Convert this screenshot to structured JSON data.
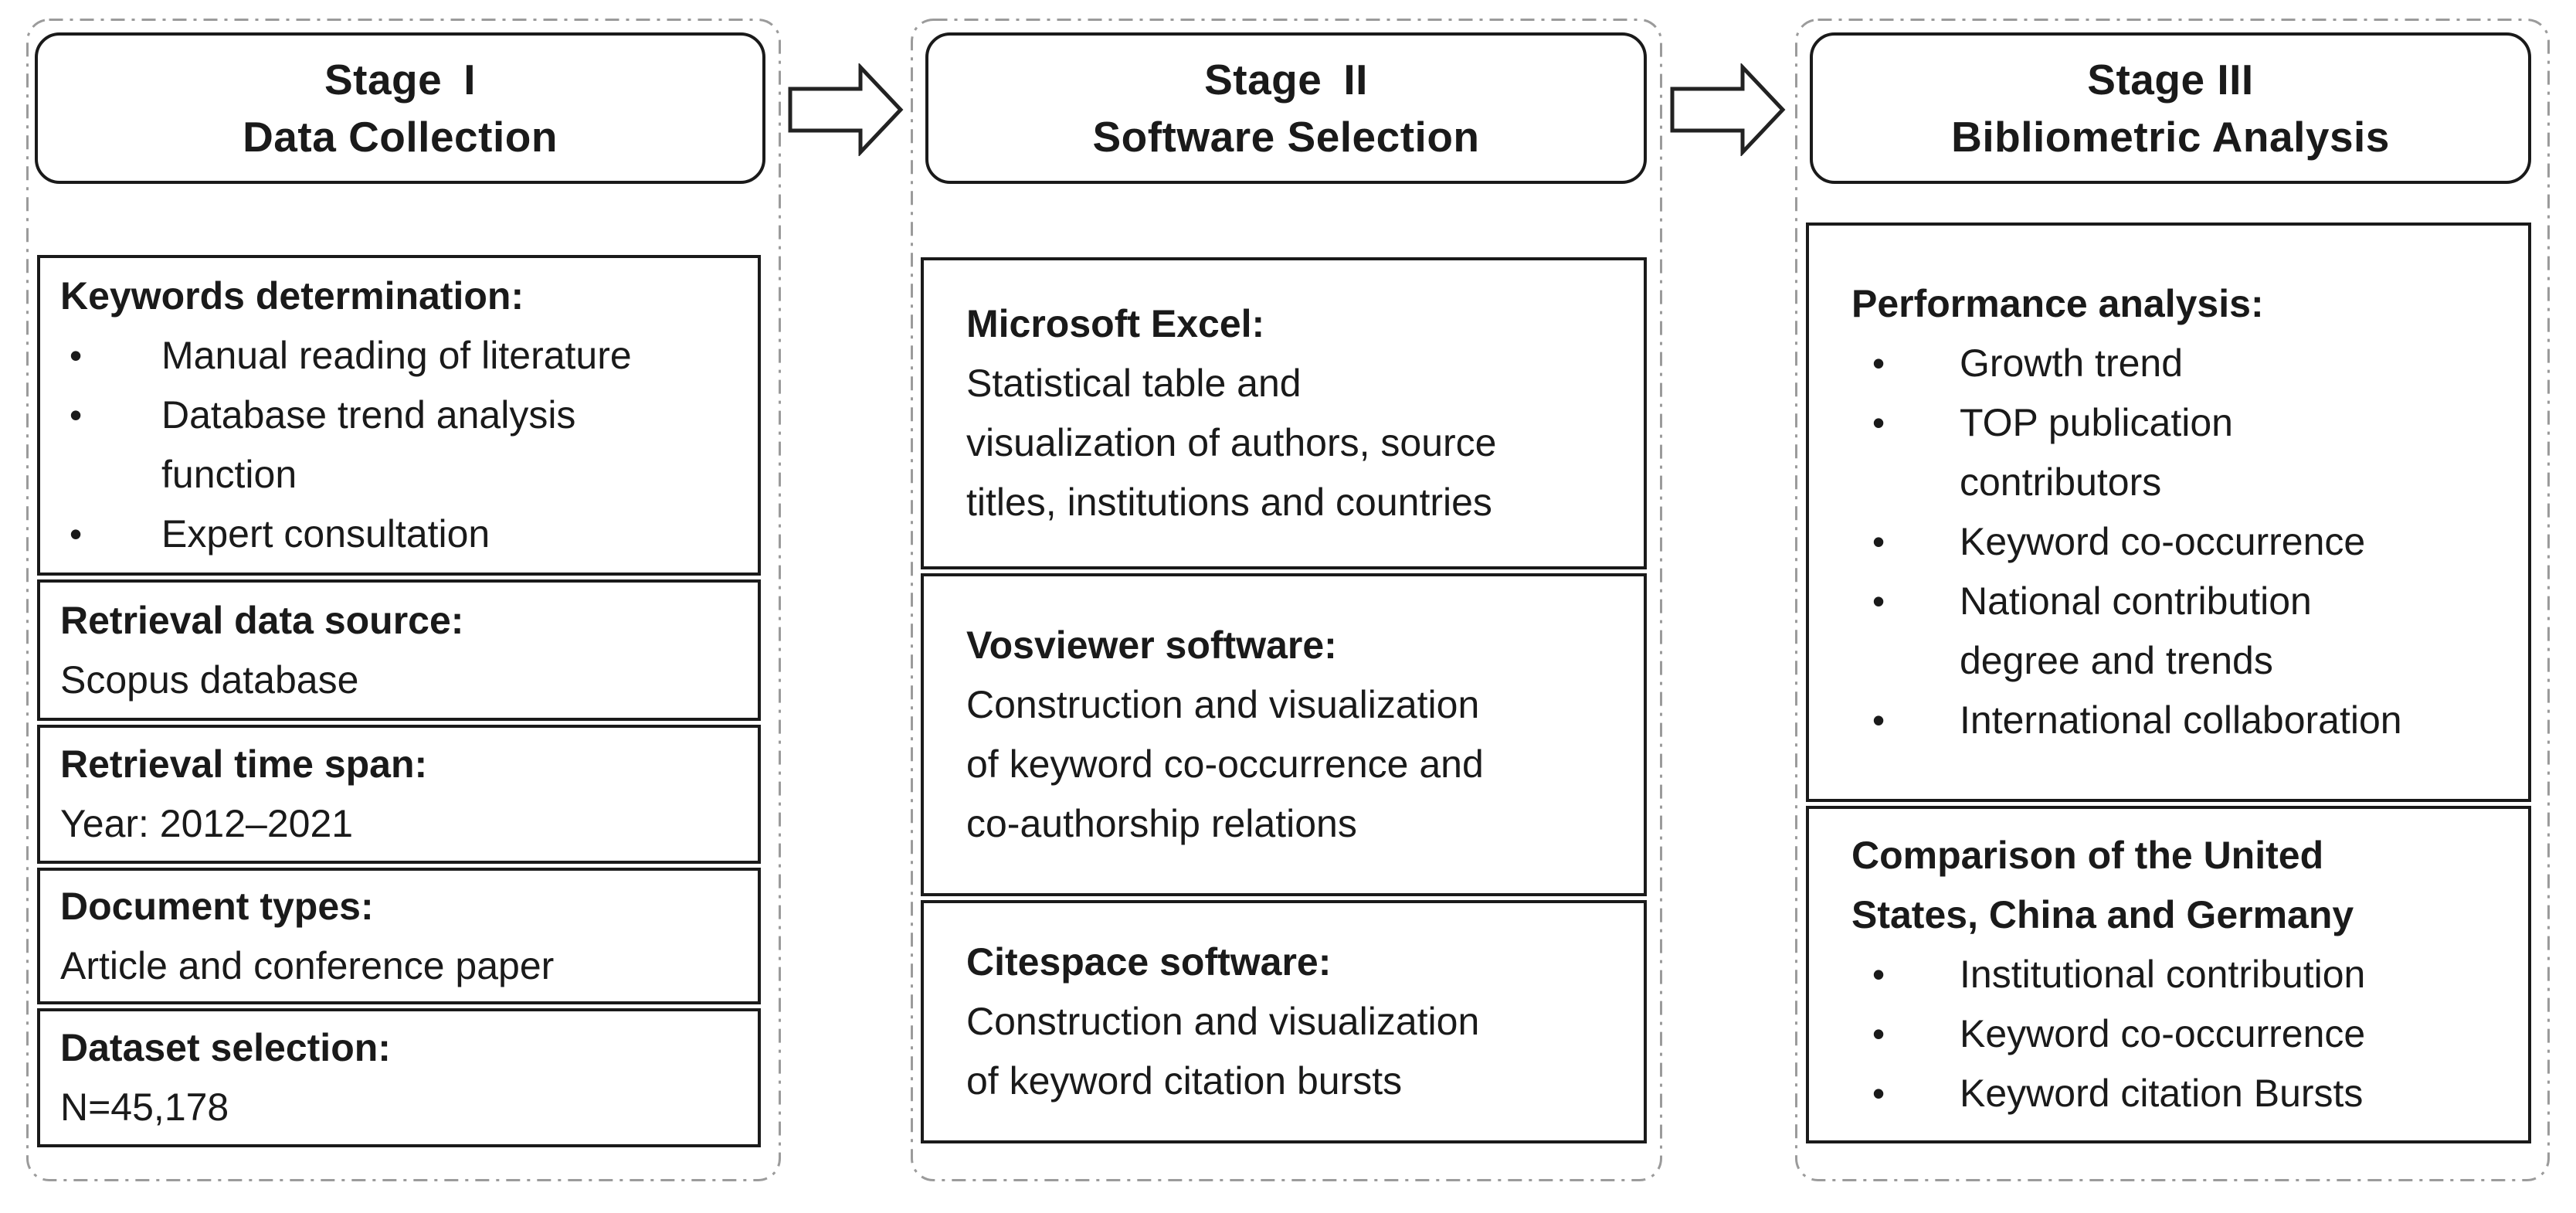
{
  "colors": {
    "background": "#ffffff",
    "box_border": "#1a1a1a",
    "text": "#1a1a1a",
    "dash_border": "#9b9b9b",
    "arrow_fill": "#ffffff",
    "arrow_stroke": "#222222"
  },
  "stages": [
    {
      "title": "Stage I\nData Collection",
      "sections": [
        {
          "heading": "Keywords determination:",
          "bullets": [
            "Manual reading of literature",
            "Database trend analysis\nfunction",
            "Expert consultation"
          ]
        },
        {
          "heading": "Retrieval data source:",
          "body": "Scopus database"
        },
        {
          "heading": "Retrieval time span:",
          "body": "Year: 2012–2021"
        },
        {
          "heading": "Document types:",
          "body": "Article and conference paper"
        },
        {
          "heading": "Dataset selection:",
          "body": "N=45,178"
        }
      ]
    },
    {
      "title": "Stage II\nSoftware Selection",
      "sections": [
        {
          "heading": "Microsoft Excel:",
          "body": "Statistical table and\nvisualization of authors, source\ntitles, institutions and countries"
        },
        {
          "heading": "Vosviewer software:",
          "body": "Construction and visualization\nof keyword co-occurrence and\nco-authorship relations"
        },
        {
          "heading": "Citespace software:",
          "body": "Construction and visualization\nof keyword citation bursts"
        }
      ]
    },
    {
      "title": "Stage III\nBibliometric Analysis",
      "sections": [
        {
          "heading": "Performance analysis:",
          "bullets": [
            "Growth trend",
            "TOP publication\ncontributors",
            "Keyword co-occurrence",
            "National contribution\ndegree and trends",
            "International collaboration"
          ]
        },
        {
          "heading": "Comparison of the United\nStates, China and Germany",
          "bullets": [
            "Institutional contribution",
            "Keyword co-occurrence",
            "Keyword citation Bursts"
          ]
        }
      ]
    }
  ]
}
